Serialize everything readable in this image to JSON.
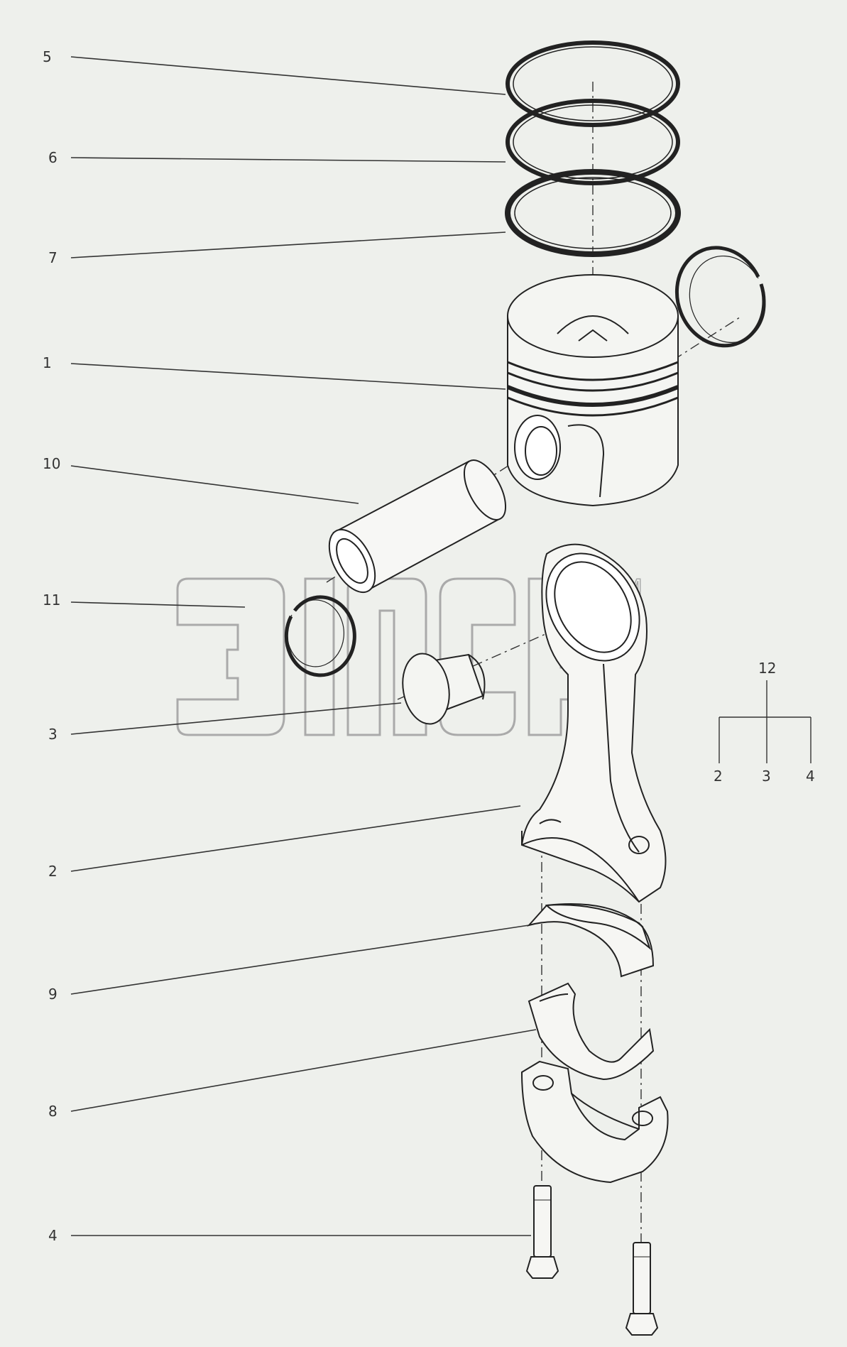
{
  "callouts": [
    {
      "label": "5"
    },
    {
      "label": "6"
    },
    {
      "label": "7"
    },
    {
      "label": "1"
    },
    {
      "label": "10"
    },
    {
      "label": "11"
    },
    {
      "label": "3"
    },
    {
      "label": "2"
    },
    {
      "label": "9"
    },
    {
      "label": "8"
    },
    {
      "label": "4"
    }
  ],
  "assembly_tree": {
    "parent": "12",
    "children": [
      "2",
      "3",
      "4"
    ]
  },
  "watermark": {
    "text": "3ИСР",
    "trademark": "TM"
  },
  "colors": {
    "background": "#eef0ec",
    "line": "#333333",
    "watermark": "#aaaaaa"
  }
}
